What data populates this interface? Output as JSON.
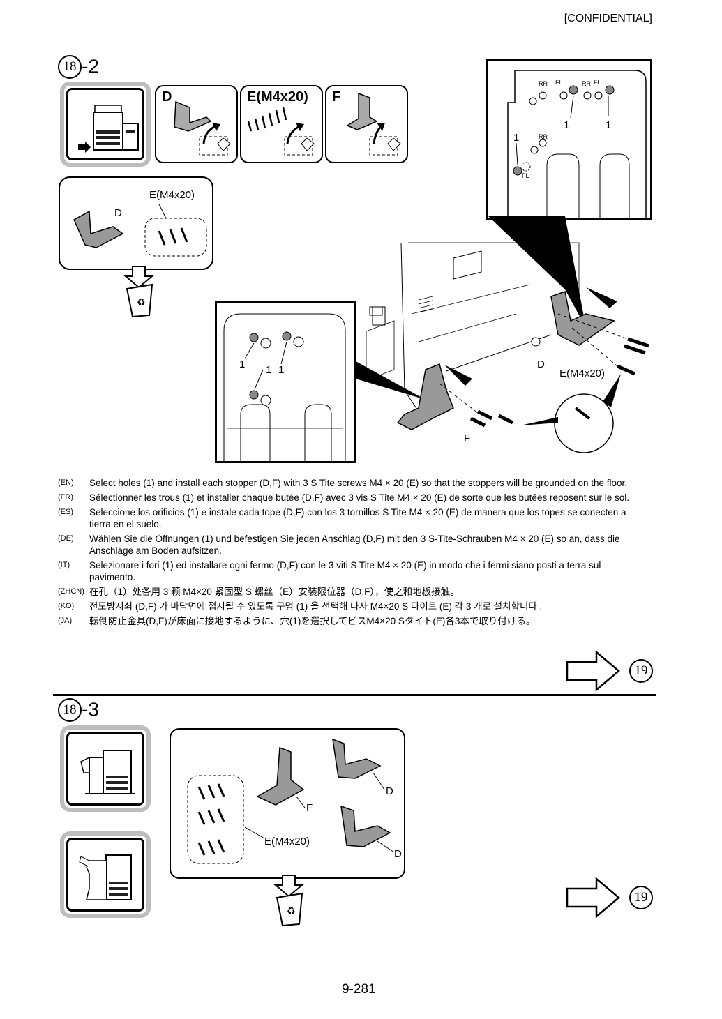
{
  "header": {
    "confidential": "[CONFIDENTIAL]"
  },
  "step_a": {
    "number": "18",
    "suffix": "-2",
    "parts": [
      {
        "label": "D"
      },
      {
        "label": "E(M4x20)"
      },
      {
        "label": "F"
      }
    ],
    "remove_labels": {
      "screw": "E(M4x20)",
      "stopper": "D"
    },
    "detail_top": {
      "rr1": "RR",
      "fl1": "FL",
      "rr2": "RR",
      "fl2": "FL",
      "n1": "1",
      "n2": "1",
      "n3": "1",
      "rr3": "RR",
      "fl3": "FL"
    },
    "detail_left": {
      "n1": "1",
      "n2": "1",
      "n3": "1"
    },
    "main_labels": {
      "d": "D",
      "e": "E(M4x20)",
      "f": "F"
    },
    "next_step": "19"
  },
  "instructions": [
    {
      "lang": "(EN)",
      "text": "Select holes (1) and install each stopper (D,F) with 3 S Tite screws M4 × 20 (E) so that the stoppers will be grounded on the floor."
    },
    {
      "lang": "(FR)",
      "text": "Sélectionner les trous (1) et installer chaque butée (D,F) avec 3 vis S Tite M4 × 20 (E) de sorte que les butées reposent sur le sol."
    },
    {
      "lang": "(ES)",
      "text": "Seleccione los orificios (1) e instale cada tope (D,F) con los 3 tornillos S Tite M4 × 20 (E) de manera que los topes se conecten a tierra en el suelo."
    },
    {
      "lang": "(DE)",
      "text": "Wählen Sie die Öffnungen (1) und befestigen Sie jeden Anschlag (D,F) mit den 3 S-Tite-Schrauben M4 × 20 (E) so an, dass die Anschläge am Boden aufsitzen."
    },
    {
      "lang": "(IT)",
      "text": "Selezionare i fori (1) ed installare ogni fermo (D,F) con le 3 viti S Tite M4 × 20 (E) in modo che i fermi siano posti a terra sul pavimento."
    },
    {
      "lang": "(ZHCN)",
      "text": "在孔（1）处各用 3 颗 M4×20 紧固型 S 螺丝（E）安装限位器（D,F），使之和地板接触。"
    },
    {
      "lang": "(KO)",
      "text": "전도방지쇠 (D,F) 가 바닥면에 접지될 수 있도록 구멍 (1) 을 선택해 나사 M4×20 S 타이트 (E) 각 3 개로 설치합니다 ."
    },
    {
      "lang": "(JA)",
      "text": "転倒防止金具(D,F)が床面に接地するように、穴(1)を選択してビスM4×20 Sタイト(E)各3本で取り付ける。"
    }
  ],
  "step_b": {
    "number": "18",
    "suffix": "-3",
    "labels": {
      "f": "F",
      "d1": "D",
      "e": "E(M4x20)",
      "d2": "D"
    },
    "next_step": "19"
  },
  "footer": {
    "page_number": "9-281"
  }
}
